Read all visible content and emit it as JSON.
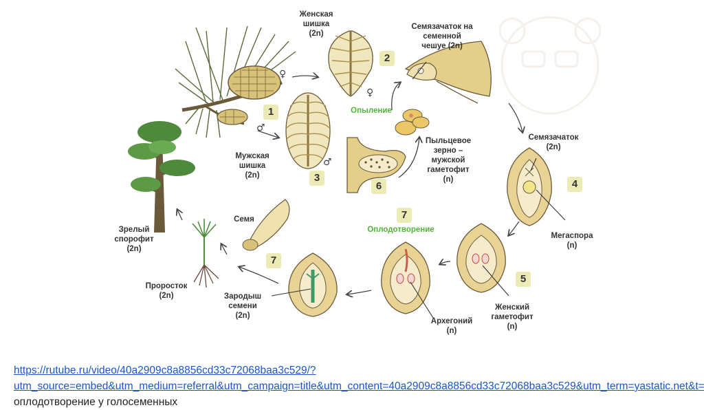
{
  "labels": {
    "female_cone": [
      "Женская",
      "шишка",
      "(2n)"
    ],
    "ovule_on_scale": [
      "Семязачаток на",
      "семенной",
      "чешуе (2n)"
    ],
    "pollination": "Опыление",
    "pollen_grain": [
      "Пыльцевое",
      "зерно –",
      "мужской",
      "гаметофит",
      "(n)"
    ],
    "male_cone": [
      "Мужская",
      "шишка",
      "(2n)"
    ],
    "ovule": [
      "Семязачаток",
      "(2n)"
    ],
    "megaspore": [
      "Мегаспора",
      "(n)"
    ],
    "female_gametophyte": [
      "Женский",
      "гаметофит",
      "(n)"
    ],
    "archegonium": [
      "Архегоний",
      "(n)"
    ],
    "fertilization": "Оплодотворение",
    "embryo": [
      "Зародыш",
      "семени",
      "(2n)"
    ],
    "seed": "Семя",
    "sprout": [
      "Проросток",
      "(2n)"
    ],
    "mature_sporophyte": [
      "Зрелый",
      "спорофит",
      "(2n)"
    ]
  },
  "badges": {
    "b1": "1",
    "b2": "2",
    "b3": "3",
    "b4": "4",
    "b5": "5",
    "b6": "6",
    "b7a": "7",
    "b7b": "7"
  },
  "symbols": {
    "female": "♀",
    "male": "♂"
  },
  "caption": {
    "link": "https://rutube.ru/video/40a2909c8a8856cd33c72068baa3c529/?utm_source=embed&utm_medium=referral&utm_campaign=title&utm_content=40a2909c8a8856cd33c72068baa3c529&utm_term=yastatic.net&t=114",
    "text": " оплодотворение у голосеменных"
  },
  "colors": {
    "cone": "#e8d9a0",
    "tan": "#d8c27a",
    "tan_dark": "#a8904a",
    "tree_green": "#4f8a3c",
    "trunk": "#6b5a3a",
    "badge_bg": "#ecebb5",
    "label_green": "#52b33c",
    "link": "#1a56c8"
  }
}
